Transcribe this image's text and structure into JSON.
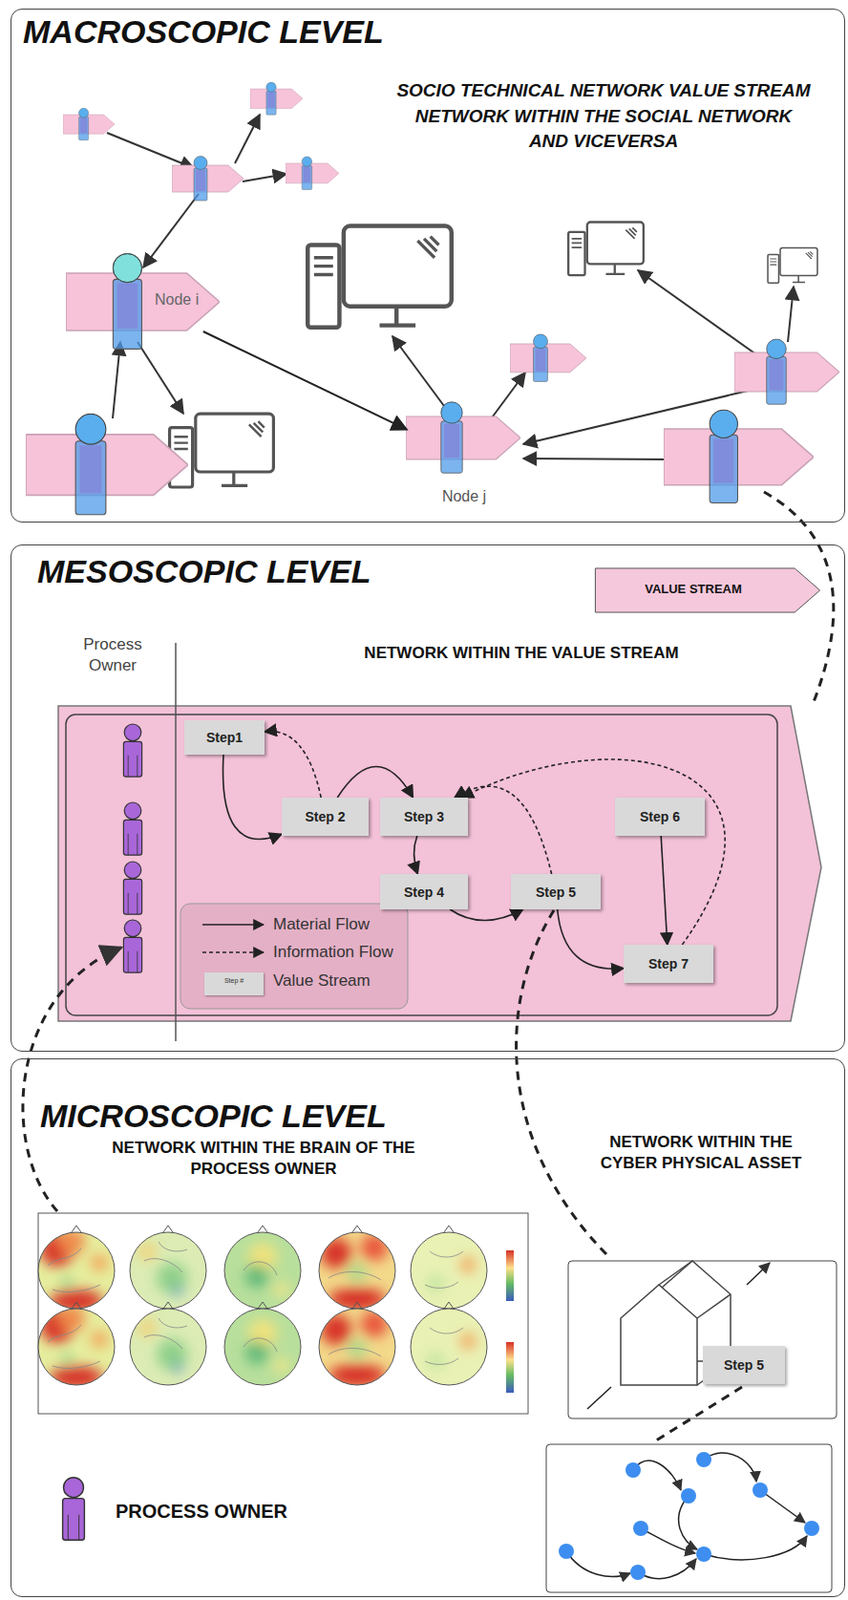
{
  "diagram": {
    "nodes": [
      {
        "text": [
          "MACROSCOPIC LEVEL",
          "SOCIO TECHNICAL NETWORK VALUE STREAM NETWORK WITHIN THE SOCIAL NETWORK AND VICEVERSA"
        ]
      },
      {
        "text": [
          "Node i"
        ],
        "in": 0
      },
      {
        "text": [
          "Node j"
        ],
        "in": 0
      },
      {
        "text": [
          "MESOSCOPIC LEVEL",
          "NETWORK WITHIN THE VALUE STREAM"
        ]
      },
      {
        "text": [
          "VALUE STREAM"
        ],
        "in": 3
      },
      {
        "text": [
          "Step1"
        ],
        "in": 3
      },
      {
        "text": [
          "Step 2"
        ],
        "in": 3
      },
      {
        "text": [
          "Step 3"
        ],
        "in": 3
      },
      {
        "text": [
          "Step 4"
        ],
        "in": 3
      },
      {
        "text": [
          "Step 5"
        ],
        "in": 3
      },
      {
        "text": [
          "Step 6"
        ],
        "in": 3
      },
      {
        "text": [
          "Step 7"
        ],
        "in": 3
      },
      {
        "text": [
          "MICROSCOPIC LEVEL",
          "NETWORK WITHIN THE BRAIN OF THE PROCESS OWNER",
          "NETWORK WITHIN THE CYBER PHYSICAL ASSET"
        ]
      },
      {
        "text": [
          "Step 5"
        ],
        "in": 12
      }
    ],
    "edges": [
      {
        "from": 1,
        "to": 2,
        "arrow": "to"
      },
      {
        "from": 5,
        "to": 6,
        "arrow": "to"
      },
      {
        "from": 6,
        "to": 7,
        "arrow": "to"
      },
      {
        "from": 7,
        "to": 8,
        "arrow": "to"
      },
      {
        "from": 8,
        "to": 9,
        "arrow": "to"
      },
      {
        "from": 9,
        "to": 11,
        "arrow": "to"
      },
      {
        "from": 10,
        "to": 11,
        "arrow": "to"
      },
      {
        "from": 6,
        "to": 5,
        "arrow": "to"
      },
      {
        "from": 9,
        "to": 7,
        "arrow": "to"
      },
      {
        "from": 11,
        "to": 7,
        "arrow": "to"
      }
    ],
    "labels": [
      "Process Owner",
      "Step #",
      "PROCESS OWNER"
    ],
    "legend": [
      {
        "text": "Material Flow"
      },
      {
        "text": "Information Flow"
      },
      {
        "text": "Value Stream"
      }
    ]
  }
}
